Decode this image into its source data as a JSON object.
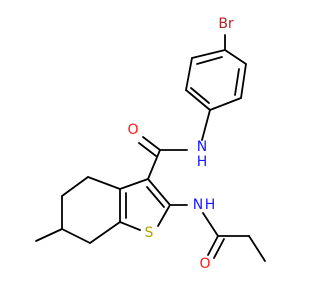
{
  "colors": {
    "bond": "#000000",
    "N": "#1a1aff",
    "O": "#ff1a1a",
    "S": "#b3a000",
    "Br": "#a52a2a"
  },
  "atoms": {
    "br": "Br",
    "n_amide": "N",
    "h_amide": "H",
    "o_carbonyl": "O",
    "n_propanamido": "N",
    "h_propanamido": "H",
    "s_ring": "S",
    "o_propanamido": "O"
  }
}
